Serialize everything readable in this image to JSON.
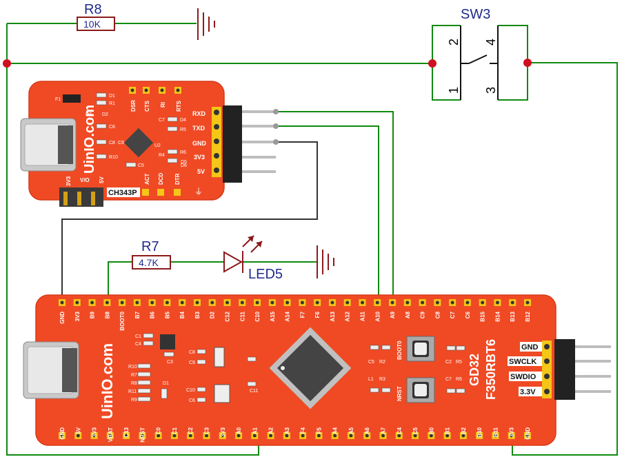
{
  "resistors": {
    "r8": {
      "name": "R8",
      "value": "10K"
    },
    "r7": {
      "name": "R7",
      "value": "4.7K"
    }
  },
  "switch": {
    "name": "SW3",
    "pin1": "1",
    "pin2": "2",
    "pin3": "3",
    "pin4": "4"
  },
  "led": {
    "name": "LED5"
  },
  "usb_uart": {
    "brand": "UinIO.com",
    "chip": "CH343P",
    "header_pins": [
      "RXD",
      "TXD",
      "GND",
      "3V3",
      "5V"
    ],
    "top_pins": [
      "DSR",
      "CTS",
      "RI",
      "RTS"
    ],
    "bottom_pins": [
      "3V3",
      "V/O",
      "5V"
    ],
    "bottom_labels": [
      "ACT",
      "DCD",
      "DTR"
    ],
    "component_labels": [
      "F1",
      "D1",
      "R1",
      "D3",
      "D2",
      "C6",
      "C7",
      "R5",
      "C8",
      "R6",
      "U2",
      "R4",
      "C5",
      "R10",
      "C9",
      "D4",
      "D5",
      "D6"
    ]
  },
  "mcu_board": {
    "brand": "UinIO.com",
    "model": "GD32",
    "part": "F350RBT6",
    "top_pins": [
      "GND",
      "3V3",
      "B9",
      "B8",
      "BOOT0",
      "B7",
      "B6",
      "B5",
      "B4",
      "B3",
      "D2",
      "C12",
      "C11",
      "C10",
      "A15",
      "A14",
      "F7",
      "F6",
      "A13",
      "A12",
      "A11",
      "A10",
      "A9",
      "A8",
      "C9",
      "C8",
      "C7",
      "C6",
      "B15",
      "B14",
      "B13",
      "B12"
    ],
    "bottom_pins": [
      "GND",
      "5V",
      "3V3",
      "VBAT",
      "C13",
      "NRST",
      "C0",
      "C1",
      "C2",
      "C3",
      "3V3",
      "A0",
      "A1",
      "A2",
      "A3",
      "F4",
      "F5",
      "A4",
      "A5",
      "A6",
      "A7",
      "C4",
      "C5",
      "B0",
      "B1",
      "B2",
      "B10",
      "B11",
      "3V3",
      "GND"
    ],
    "swd_pins": [
      "GND",
      "SWCLK",
      "SWDIO",
      "3.3V"
    ],
    "button_labels": [
      "BOOT0",
      "NRST"
    ],
    "component_labels": [
      "C1",
      "C4",
      "C3",
      "R10",
      "R7",
      "R8",
      "R11",
      "R9",
      "C8",
      "C9",
      "C10",
      "C6",
      "C11",
      "C5",
      "R2",
      "L1",
      "R3",
      "C2",
      "R5",
      "C7",
      "R6",
      "D1"
    ]
  },
  "colors": {
    "wire": "#0f8a0f",
    "gray_wire": "#333333",
    "board": "#f04a24",
    "board_edge": "#d63a16",
    "resistor": "#8b1a1a",
    "ground": "#8b1a1a",
    "label": "#1f2a8a",
    "junction": "#d01020",
    "pad": "#f5c518"
  }
}
